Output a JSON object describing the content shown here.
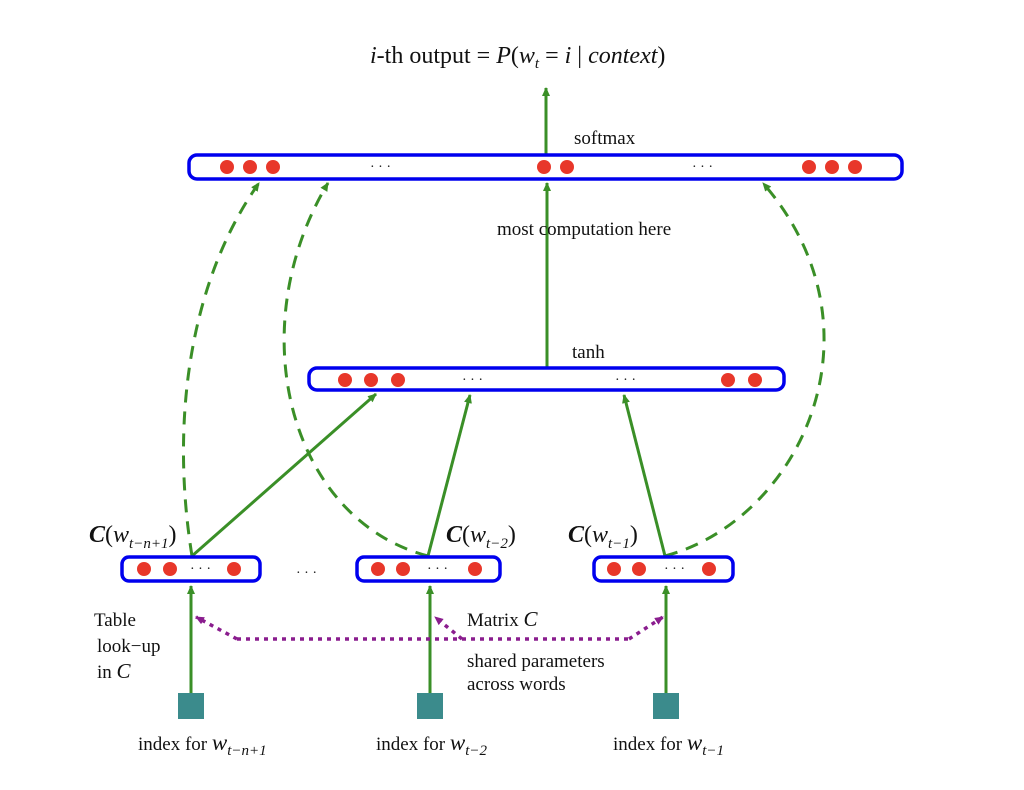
{
  "title": {
    "prefix_var": "i",
    "prefix_rest": "-th output = ",
    "P": "P",
    "open": "(",
    "w": "w",
    "w_sub": "t",
    "eq": " = ",
    "i": "i",
    "bar": " | ",
    "context": "context",
    "close": ")"
  },
  "layers": {
    "softmax": {
      "label": "softmax",
      "ellipsis_left": "· · ·",
      "ellipsis_right": "· · ·"
    },
    "hidden_note": "most computation here",
    "tanh": {
      "label": "tanh",
      "ellipsis_left": "· · ·",
      "ellipsis_right": "· · ·"
    }
  },
  "embeddings": [
    {
      "fn": "C",
      "w": "w",
      "sub": "t−n+1",
      "ellipsis": "· · ·"
    },
    {
      "fn": "C",
      "w": "w",
      "sub": "t−2",
      "ellipsis": "· · ·"
    },
    {
      "fn": "C",
      "w": "w",
      "sub": "t−1",
      "ellipsis": "· · ·"
    }
  ],
  "between_embeddings": "· · ·",
  "annotations": {
    "table_lookup": [
      "Table",
      "look−up",
      "in "
    ],
    "table_lookup_var": "C",
    "matrix": "Matrix ",
    "matrix_var": "C",
    "shared": [
      "shared parameters",
      "across words"
    ]
  },
  "inputs": [
    {
      "label": "index for ",
      "w": "w",
      "sub": "t−n+1"
    },
    {
      "label": "index for ",
      "w": "w",
      "sub": "t−2"
    },
    {
      "label": "index for ",
      "w": "w",
      "sub": "t−1"
    }
  ],
  "colors": {
    "box_stroke": "#0000ee",
    "neuron": "#e8372a",
    "arrow": "#3a8f27",
    "shared_param": "#8a1d8e",
    "input_square": "#3b8b8c"
  }
}
